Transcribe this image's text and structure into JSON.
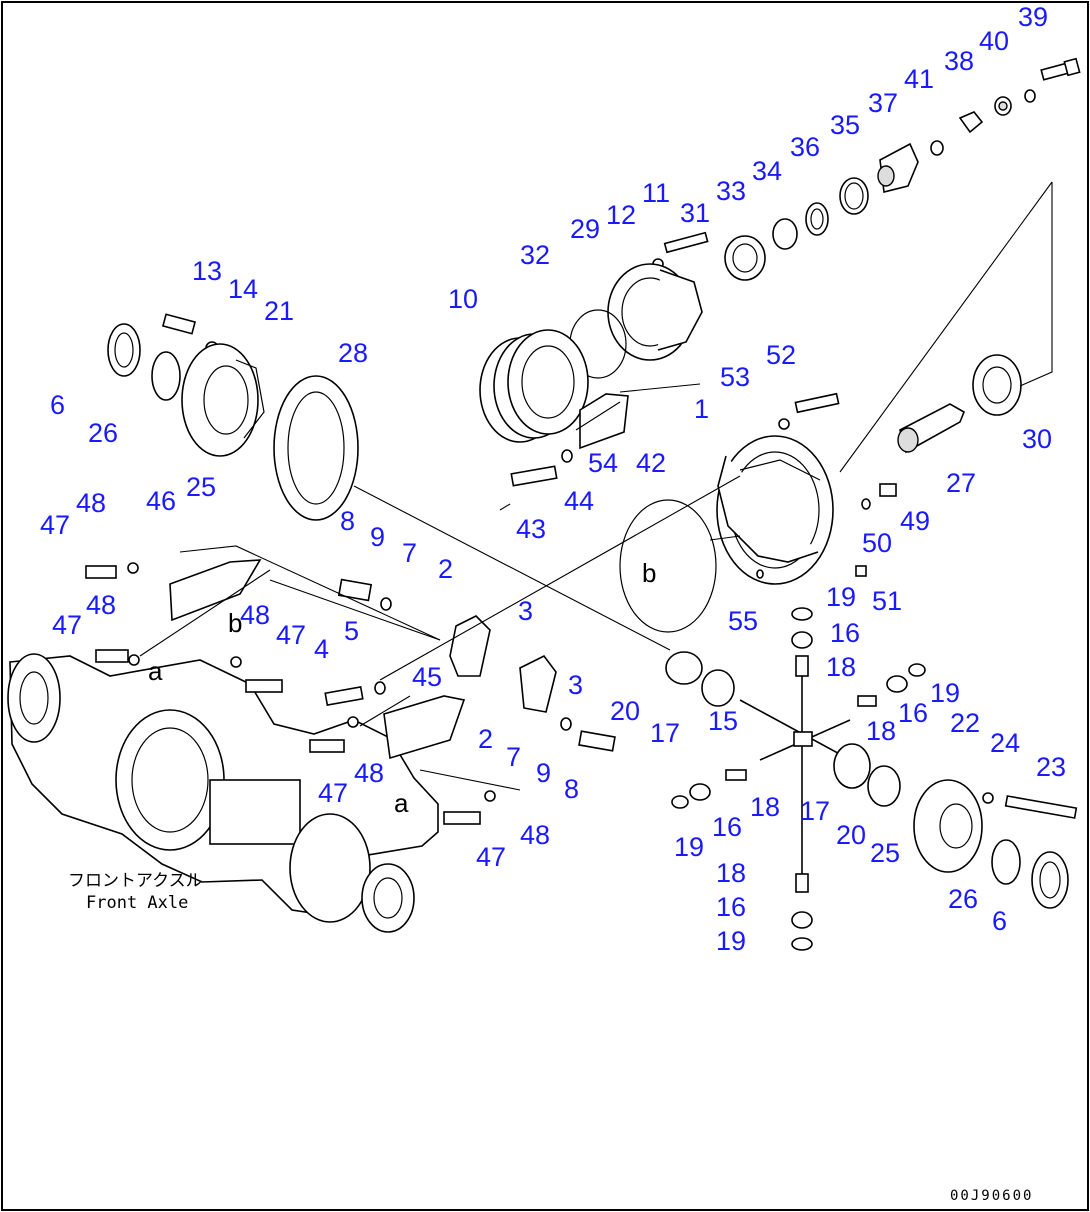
{
  "caption": {
    "jp": "フロントアクスル",
    "en": "Front Axle"
  },
  "drawing_code": "00J90600",
  "view_refs": {
    "a": "a",
    "b": "b"
  },
  "callouts": [
    {
      "id": "c39",
      "label": "39"
    },
    {
      "id": "c40",
      "label": "40"
    },
    {
      "id": "c38",
      "label": "38"
    },
    {
      "id": "c41",
      "label": "41"
    },
    {
      "id": "c37",
      "label": "37"
    },
    {
      "id": "c35",
      "label": "35"
    },
    {
      "id": "c36",
      "label": "36"
    },
    {
      "id": "c34",
      "label": "34"
    },
    {
      "id": "c33",
      "label": "33"
    },
    {
      "id": "c31",
      "label": "31"
    },
    {
      "id": "c11",
      "label": "11"
    },
    {
      "id": "c12",
      "label": "12"
    },
    {
      "id": "c29",
      "label": "29"
    },
    {
      "id": "c32",
      "label": "32"
    },
    {
      "id": "c10",
      "label": "10"
    },
    {
      "id": "c13",
      "label": "13"
    },
    {
      "id": "c14",
      "label": "14"
    },
    {
      "id": "c21",
      "label": "21"
    },
    {
      "id": "c28",
      "label": "28"
    },
    {
      "id": "c6a",
      "label": "6"
    },
    {
      "id": "c26a",
      "label": "26"
    },
    {
      "id": "c25a",
      "label": "25"
    },
    {
      "id": "c52",
      "label": "52"
    },
    {
      "id": "c53",
      "label": "53"
    },
    {
      "id": "c1",
      "label": "1"
    },
    {
      "id": "c30",
      "label": "30"
    },
    {
      "id": "c27",
      "label": "27"
    },
    {
      "id": "c54",
      "label": "54"
    },
    {
      "id": "c42",
      "label": "42"
    },
    {
      "id": "c43",
      "label": "43"
    },
    {
      "id": "c44",
      "label": "44"
    },
    {
      "id": "c49",
      "label": "49"
    },
    {
      "id": "c50",
      "label": "50"
    },
    {
      "id": "c47a",
      "label": "47"
    },
    {
      "id": "c48a",
      "label": "48"
    },
    {
      "id": "c46",
      "label": "46"
    },
    {
      "id": "c8a",
      "label": "8"
    },
    {
      "id": "c9a",
      "label": "9"
    },
    {
      "id": "c7a",
      "label": "7"
    },
    {
      "id": "c2a",
      "label": "2"
    },
    {
      "id": "c19a",
      "label": "19"
    },
    {
      "id": "c51",
      "label": "51"
    },
    {
      "id": "c55",
      "label": "55"
    },
    {
      "id": "c16a",
      "label": "16"
    },
    {
      "id": "c47b",
      "label": "47"
    },
    {
      "id": "c48b",
      "label": "48"
    },
    {
      "id": "c48c",
      "label": "48"
    },
    {
      "id": "c47c",
      "label": "47"
    },
    {
      "id": "c5",
      "label": "5"
    },
    {
      "id": "c3a",
      "label": "3"
    },
    {
      "id": "c4",
      "label": "4"
    },
    {
      "id": "c18a",
      "label": "18"
    },
    {
      "id": "c19b",
      "label": "19"
    },
    {
      "id": "c45",
      "label": "45"
    },
    {
      "id": "c3b",
      "label": "3"
    },
    {
      "id": "c20a",
      "label": "20"
    },
    {
      "id": "c17a",
      "label": "17"
    },
    {
      "id": "c15",
      "label": "15"
    },
    {
      "id": "c16b",
      "label": "16"
    },
    {
      "id": "c22",
      "label": "22"
    },
    {
      "id": "c2b",
      "label": "2"
    },
    {
      "id": "c18b",
      "label": "18"
    },
    {
      "id": "c24",
      "label": "24"
    },
    {
      "id": "c23",
      "label": "23"
    },
    {
      "id": "c7b",
      "label": "7"
    },
    {
      "id": "c9b",
      "label": "9"
    },
    {
      "id": "c47d",
      "label": "47"
    },
    {
      "id": "c48d",
      "label": "48"
    },
    {
      "id": "c8b",
      "label": "8"
    },
    {
      "id": "c18c",
      "label": "18"
    },
    {
      "id": "c17b",
      "label": "17"
    },
    {
      "id": "c20b",
      "label": "20"
    },
    {
      "id": "c48e",
      "label": "48"
    },
    {
      "id": "c47e",
      "label": "47"
    },
    {
      "id": "c19c",
      "label": "19"
    },
    {
      "id": "c16c",
      "label": "16"
    },
    {
      "id": "c25b",
      "label": "25"
    },
    {
      "id": "c18d",
      "label": "18"
    },
    {
      "id": "c16d",
      "label": "16"
    },
    {
      "id": "c26b",
      "label": "26"
    },
    {
      "id": "c6b",
      "label": "6"
    },
    {
      "id": "c19d",
      "label": "19"
    }
  ]
}
